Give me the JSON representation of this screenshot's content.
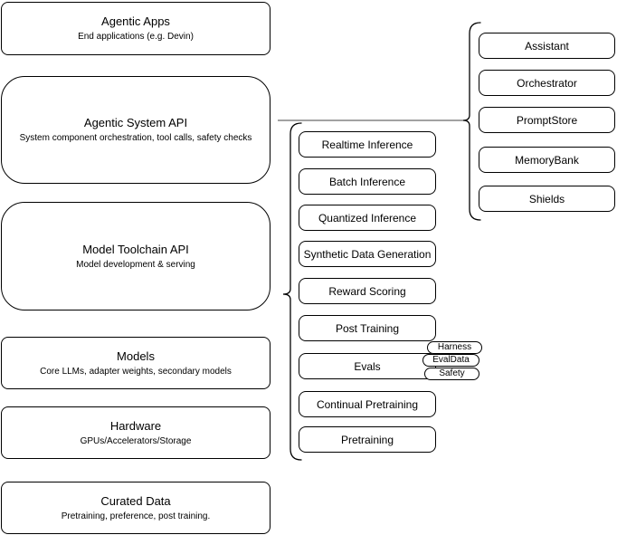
{
  "canvas": {
    "background_color": "#ffffff",
    "stroke_color": "#000000",
    "text_color": "#000000"
  },
  "stack": [
    {
      "title": "Agentic Apps",
      "subtitle": "End applications (e.g. Devin)"
    },
    {
      "title": "Agentic System API",
      "subtitle": "System component orchestration, tool calls, safety checks"
    },
    {
      "title": "Model Toolchain API",
      "subtitle": "Model development & serving"
    },
    {
      "title": "Models",
      "subtitle": "Core LLMs, adapter weights, secondary models"
    },
    {
      "title": "Hardware",
      "subtitle": "GPUs/Accelerators/Storage"
    },
    {
      "title": "Curated Data",
      "subtitle": "Pretraining, preference, post training."
    }
  ],
  "toolchain": {
    "items": [
      "Realtime Inference",
      "Batch Inference",
      "Quantized Inference",
      "Synthetic Data Generation",
      "Reward Scoring",
      "Post Training",
      "Evals",
      "Continual Pretraining",
      "Pretraining"
    ],
    "eval_tags": [
      "Harness",
      "EvalData",
      "Safety"
    ]
  },
  "system_components": [
    "Assistant",
    "Orchestrator",
    "PromptStore",
    "MemoryBank",
    "Shields"
  ]
}
